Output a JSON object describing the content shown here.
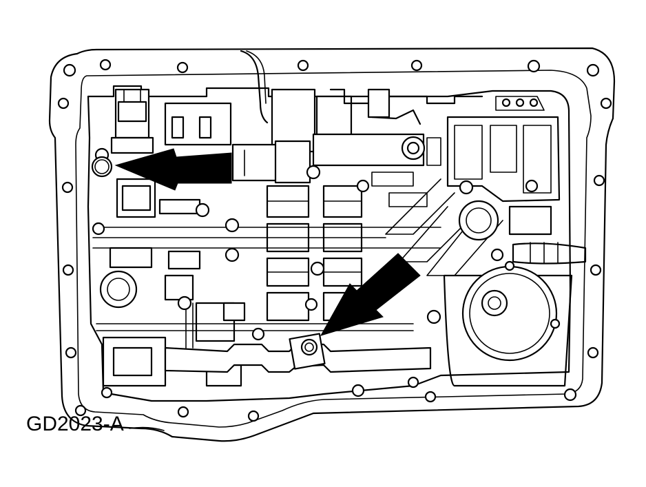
{
  "figure": {
    "label": "GD2023-A"
  },
  "colors": {
    "line": "#000000",
    "background": "#ffffff",
    "arrow_fill": "#000000"
  },
  "callouts": [
    {
      "name": "callout-arrow-left",
      "points_to": "bolt-left"
    },
    {
      "name": "callout-arrow-right",
      "points_to": "bolt-right"
    }
  ]
}
